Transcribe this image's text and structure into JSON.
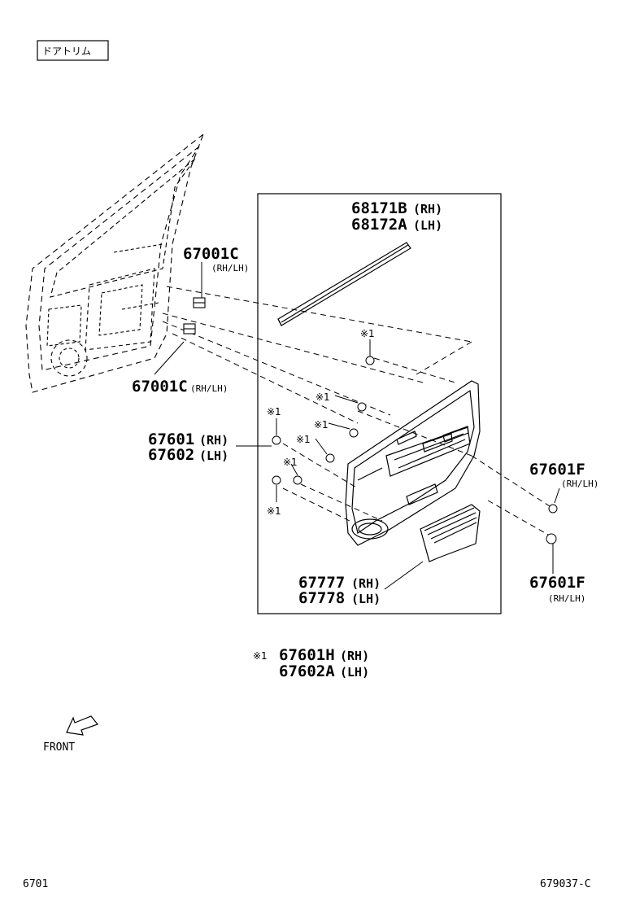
{
  "header": {
    "title": "ドアトリム"
  },
  "callouts": {
    "p67001c_top": {
      "number": "67001C",
      "suffix": "(RH/LH)"
    },
    "p67001c_bottom": {
      "number": "67001C",
      "suffix": "(RH/LH)"
    },
    "p68171b": {
      "number": "68171B",
      "suffix": "(RH)"
    },
    "p68172a": {
      "number": "68172A",
      "suffix": "(LH)"
    },
    "p67601": {
      "number": "67601",
      "suffix": "(RH)"
    },
    "p67602": {
      "number": "67602",
      "suffix": "(LH)"
    },
    "p67601f_top": {
      "number": "67601F",
      "suffix": "(RH/LH)"
    },
    "p67601f_bottom": {
      "number": "67601F",
      "suffix": "(RH/LH)"
    },
    "p67777": {
      "number": "67777",
      "suffix": "(RH)"
    },
    "p67778": {
      "number": "67778",
      "suffix": "(LH)"
    }
  },
  "note_mark": "※1",
  "note": {
    "mark": "※1",
    "line1_number": "67601H",
    "line1_suffix": "(RH)",
    "line2_number": "67602A",
    "line2_suffix": "(LH)"
  },
  "front_label": "FRONT",
  "footer": {
    "left": "6701",
    "right": "679037-C"
  }
}
